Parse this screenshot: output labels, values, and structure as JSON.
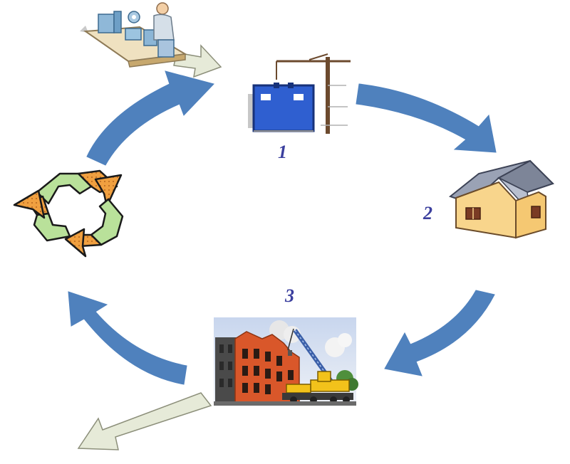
{
  "diagram": {
    "steps": [
      {
        "number": "1",
        "icon": "building-design-icon"
      },
      {
        "number": "2",
        "icon": "house-icon"
      },
      {
        "number": "3",
        "icon": "demolition-crane-icon"
      }
    ],
    "cycle_icons": [
      "factory-production-icon",
      "recycle-icon"
    ],
    "colors": {
      "cycle_arrow": "#4f81bd",
      "input_output_arrow": "#e6ead8",
      "step_number": "#3b3f9e",
      "recycle_orange": "#f0a040",
      "recycle_green": "#b9e19a",
      "house_wall": "#f8d58c",
      "house_roof": "#8b93a6",
      "brick": "#d9572a",
      "crane": "#3b5fa8"
    }
  }
}
